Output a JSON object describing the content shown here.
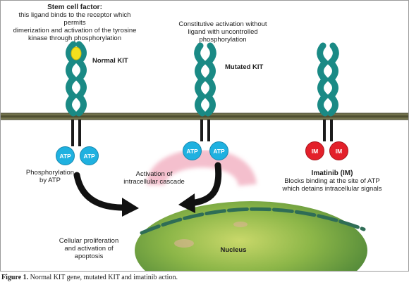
{
  "stem_cell_factor": {
    "title": "Stem cell factor:",
    "lines": [
      "this ligand binds to the receptor which permits",
      "dimerization and activation of the tyrosine",
      "kinase through phosphorylation"
    ]
  },
  "constitutive": {
    "lines": [
      "Constitutive activation without",
      "ligand with uncontrolled",
      "phosphorylation"
    ]
  },
  "receptors": {
    "normal": "Normal KIT",
    "mutated": "Mutated KIT"
  },
  "chips": {
    "atp": "ATP",
    "im": "IM"
  },
  "phosphorylation": {
    "lines": [
      "Phosphorylation",
      "by ATP"
    ]
  },
  "cascade": {
    "lines": [
      "Activation of",
      "intracellular cascade"
    ]
  },
  "imatinib": {
    "title": "Imatinib (IM)",
    "lines": [
      "Blocks binding at the site of ATP",
      "which detains intracellular signals"
    ]
  },
  "proliferation": {
    "lines": [
      "Cellular proliferation",
      "and activation of",
      "apoptosis"
    ]
  },
  "nucleus": "Nucleus",
  "caption": {
    "label": "Figure 1.",
    "text": " Normal KIT gene, mutated KIT and imatinib action."
  },
  "colors": {
    "receptor": "#1a8a85",
    "membrane": "#5b5b3a",
    "atp": "#1fb1e0",
    "imatinib": "#e3202a",
    "ligand": "#f2e01e",
    "cascade": "#e67090",
    "nucleus": "#8cb648"
  }
}
